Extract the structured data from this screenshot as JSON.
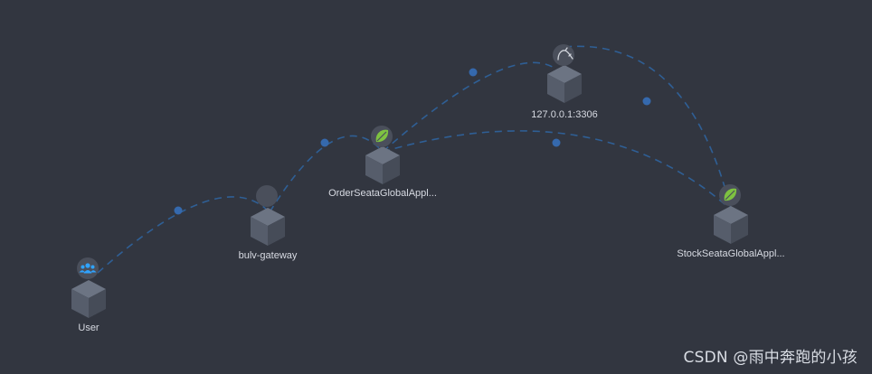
{
  "topology": {
    "nodes": [
      {
        "id": "user",
        "label": "User",
        "icon": "users-icon"
      },
      {
        "id": "gateway",
        "label": "bulv-gateway",
        "icon": "blank-icon"
      },
      {
        "id": "order",
        "label": "OrderSeataGlobalAppl...",
        "icon": "spring-leaf-icon"
      },
      {
        "id": "mysql",
        "label": "127.0.0.1:3306",
        "icon": "mysql-dolphin-icon"
      },
      {
        "id": "stock",
        "label": "StockSeataGlobalAppl...",
        "icon": "spring-leaf-icon"
      }
    ],
    "edges": [
      {
        "from": "user",
        "to": "gateway"
      },
      {
        "from": "gateway",
        "to": "order"
      },
      {
        "from": "order",
        "to": "mysql"
      },
      {
        "from": "mysql",
        "to": "stock"
      },
      {
        "from": "order",
        "to": "stock"
      }
    ],
    "colors": {
      "background": "#323640",
      "edge": "#2f5f95",
      "edge_dot": "#3569ad",
      "cube_top": "#6c7483",
      "cube_left": "#565d6b",
      "cube_right": "#464c58",
      "badge": "#4a4f5b",
      "users_icon": "#2fa3ff",
      "spring_icon": "#7ec241"
    }
  },
  "watermark": "CSDN @雨中奔跑的小孩"
}
